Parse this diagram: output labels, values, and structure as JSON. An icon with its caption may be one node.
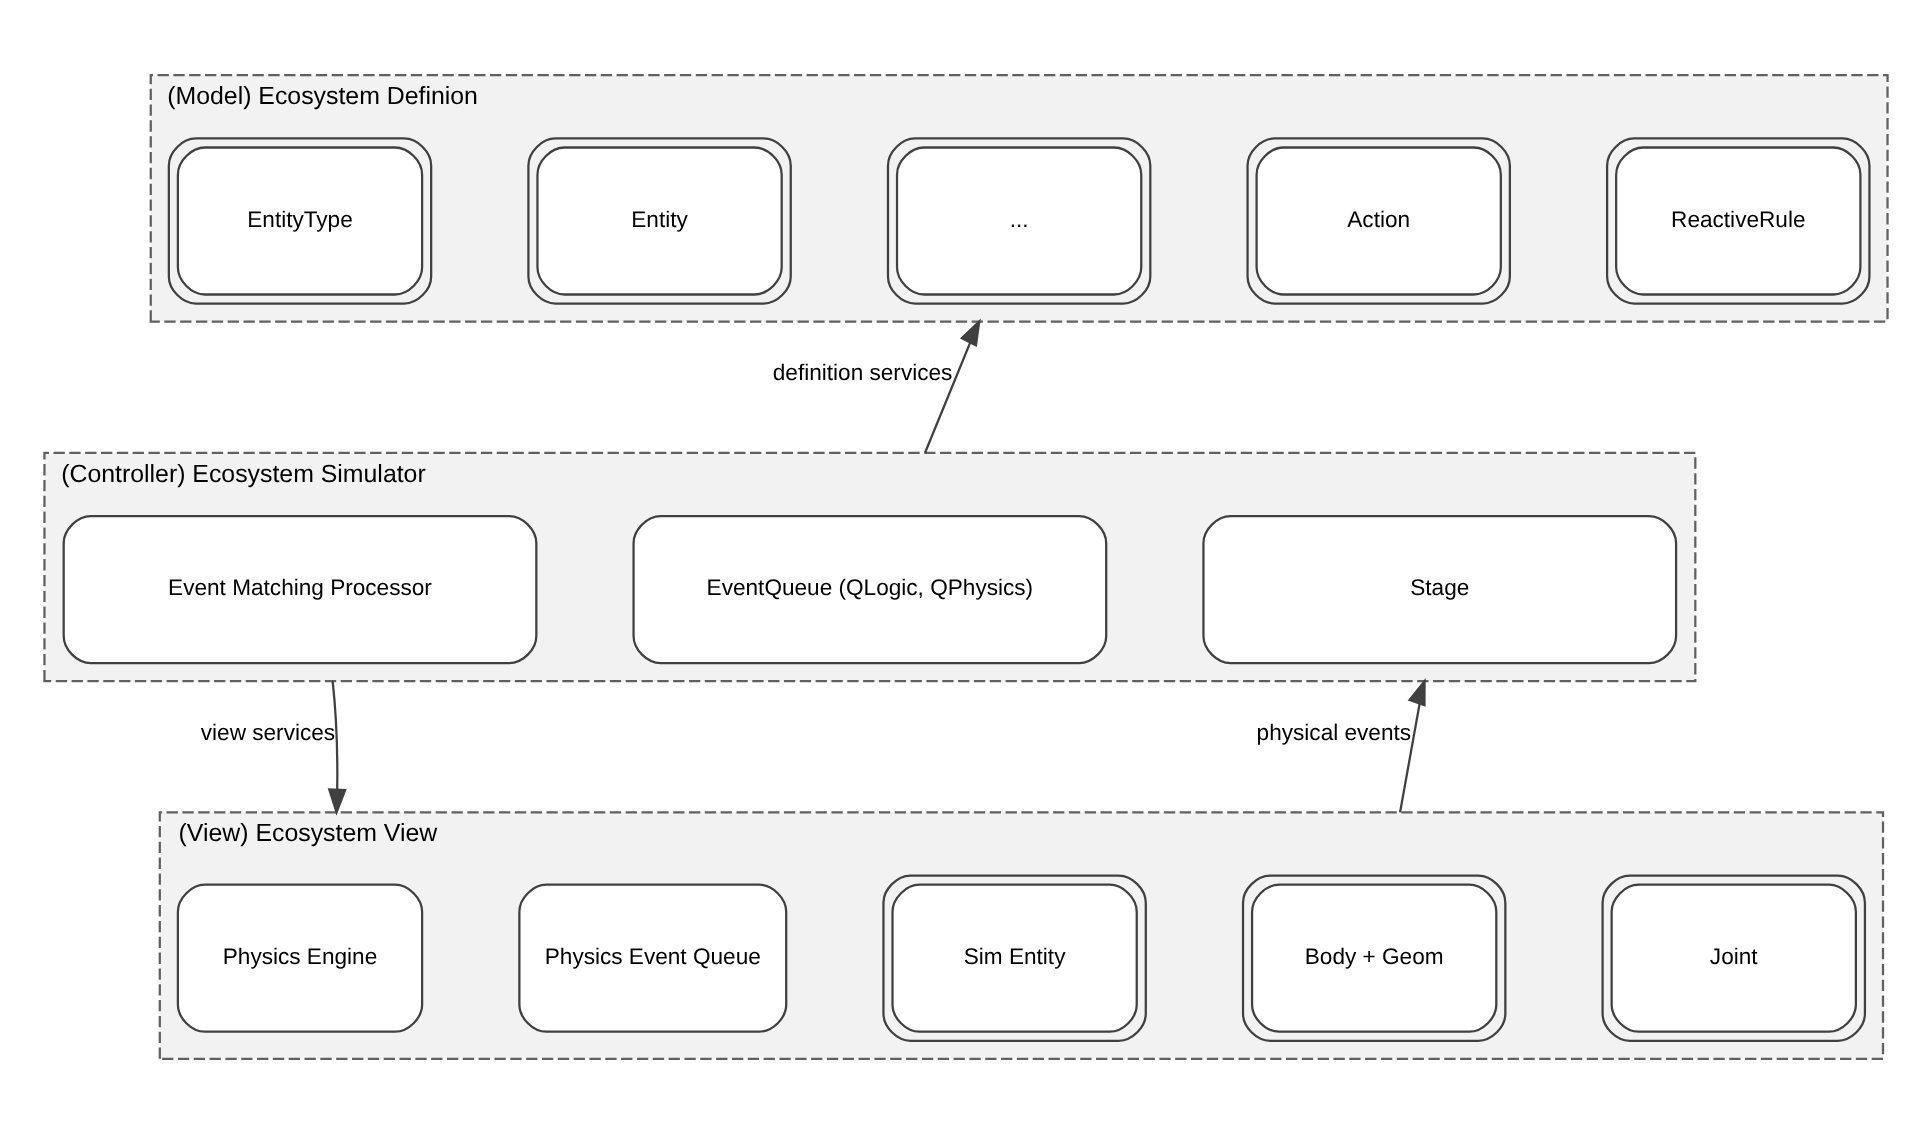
{
  "diagram": {
    "nodes": [
      {
        "text": [
          "(Model) Ecosystem Definion"
        ]
      },
      {
        "text": [
          "EntityType"
        ],
        "in": 0
      },
      {
        "text": [
          "Entity"
        ],
        "in": 0
      },
      {
        "text": [
          "..."
        ],
        "in": 0
      },
      {
        "text": [
          "Action"
        ],
        "in": 0
      },
      {
        "text": [
          "ReactiveRule"
        ],
        "in": 0
      },
      {
        "text": [
          "(Controller) Ecosystem Simulator"
        ]
      },
      {
        "text": [
          "Event Matching Processor"
        ],
        "in": 6
      },
      {
        "text": [
          "EventQueue (QLogic, QPhysics)"
        ],
        "in": 6
      },
      {
        "text": [
          "Stage"
        ],
        "in": 6
      },
      {
        "text": [
          "(View) Ecosystem View"
        ]
      },
      {
        "text": [
          "Physics Engine"
        ],
        "in": 10
      },
      {
        "text": [
          "Physics Event Queue"
        ],
        "in": 10
      },
      {
        "text": [
          "Sim Entity"
        ],
        "in": 10
      },
      {
        "text": [
          "Body + Geom"
        ],
        "in": 10
      },
      {
        "text": [
          "Joint"
        ],
        "in": 10
      }
    ],
    "edges": [
      {
        "from": 6,
        "to": 0,
        "arrow": "to",
        "label": "definition services"
      },
      {
        "from": 6,
        "to": 10,
        "arrow": "to",
        "label": "view services"
      },
      {
        "from": 10,
        "to": 6,
        "arrow": "to",
        "label": "physical events"
      }
    ]
  }
}
